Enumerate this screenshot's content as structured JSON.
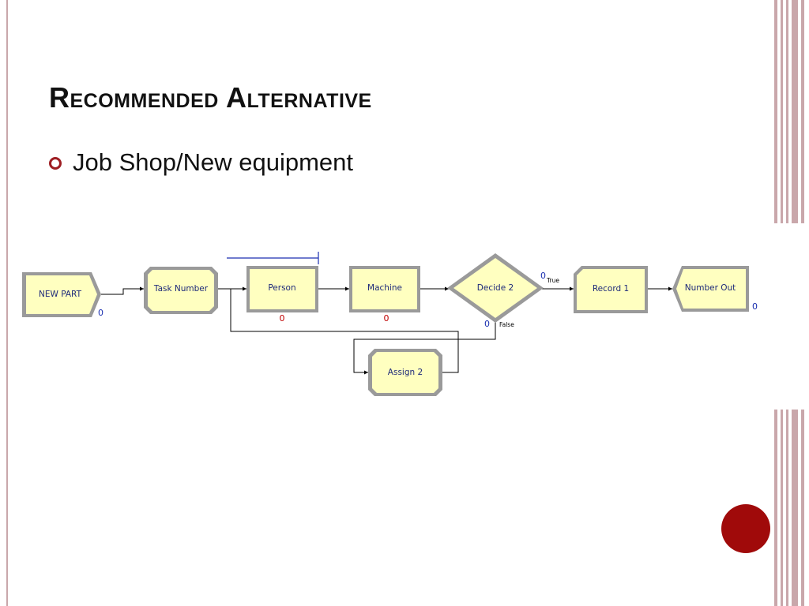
{
  "slide": {
    "title": "Recommended Alternative",
    "bullets": [
      "Job Shop/New equipment"
    ]
  },
  "colors": {
    "accent": "#9e1e23",
    "circle": "#a00a0a",
    "module_fill": "#ffffc0",
    "module_border": "#9a9a9a",
    "label_text": "#1e2a7a",
    "count_blue": "#1a2fb0",
    "count_red": "#c00000"
  },
  "diagram": {
    "modules": [
      {
        "id": "new-part",
        "label": "NEW PART",
        "type": "create",
        "count": "0"
      },
      {
        "id": "task-number",
        "label": "Task Number",
        "type": "assign"
      },
      {
        "id": "person",
        "label": "Person",
        "type": "process",
        "count": "0"
      },
      {
        "id": "machine",
        "label": "Machine",
        "type": "process",
        "count": "0"
      },
      {
        "id": "decide-2",
        "label": "Decide 2",
        "type": "decide",
        "true_label": "True",
        "true_count": "0",
        "false_label": "False",
        "false_count": "0"
      },
      {
        "id": "record-1",
        "label": "Record 1",
        "type": "record"
      },
      {
        "id": "number-out",
        "label": "Number Out",
        "type": "dispose",
        "count": "0"
      },
      {
        "id": "assign-2",
        "label": "Assign 2",
        "type": "assign"
      }
    ]
  }
}
